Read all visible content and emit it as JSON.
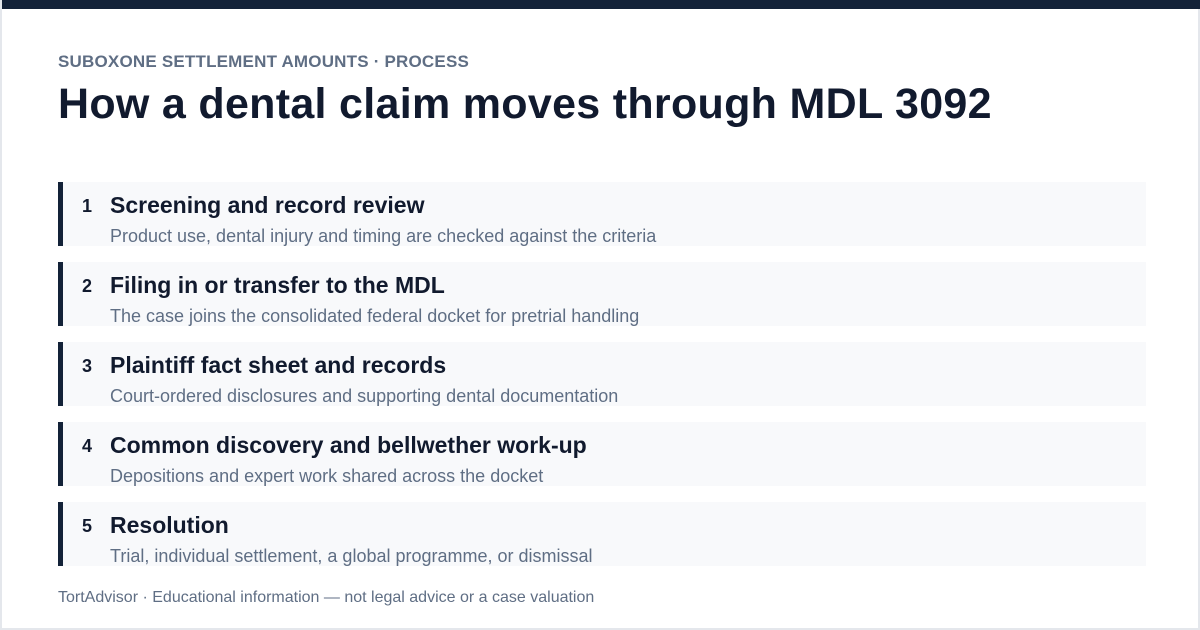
{
  "header": {
    "eyebrow": "SUBOXONE SETTLEMENT AMOUNTS · PROCESS",
    "title": "How a dental claim moves through MDL 3092"
  },
  "steps": [
    {
      "number": "1",
      "title": "Screening and record review",
      "description": "Product use, dental injury and timing are checked against the criteria"
    },
    {
      "number": "2",
      "title": "Filing in or transfer to the MDL",
      "description": "The case joins the consolidated federal docket for pretrial handling"
    },
    {
      "number": "3",
      "title": "Plaintiff fact sheet and records",
      "description": "Court-ordered disclosures and supporting dental documentation"
    },
    {
      "number": "4",
      "title": "Common discovery and bellwether work-up",
      "description": "Depositions and expert work shared across the docket"
    },
    {
      "number": "5",
      "title": "Resolution",
      "description": "Trial, individual settlement, a global programme, or dismissal"
    }
  ],
  "footer": {
    "text": "TortAdvisor · Educational information — not legal advice or a case valuation"
  },
  "colors": {
    "accent": "#132238",
    "muted_text": "#5f6e84",
    "step_background": "#f8f9fb"
  }
}
